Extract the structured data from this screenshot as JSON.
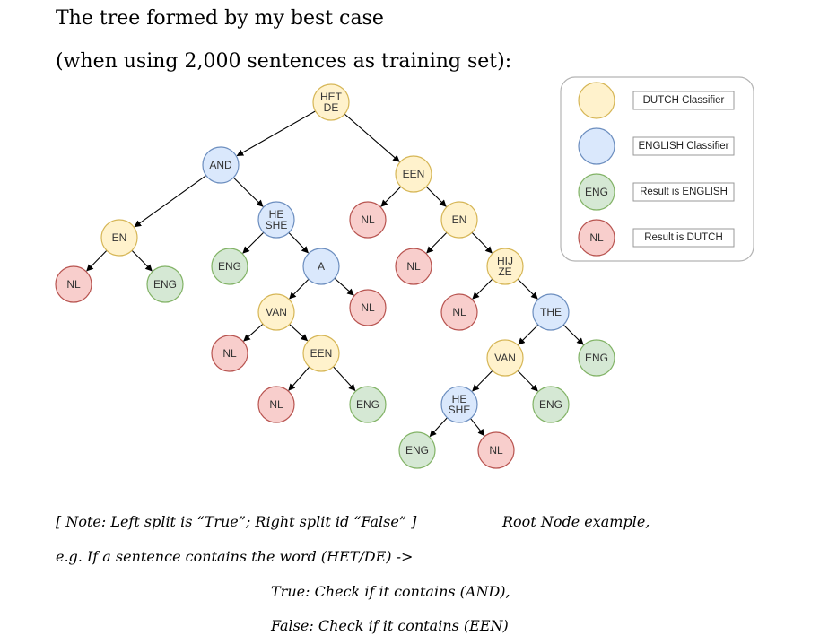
{
  "title_line1": "The tree formed by my best case",
  "title_line2": "(when using 2,000 sentences as training set):",
  "colors": {
    "dutch_fill": "#fff2cc",
    "dutch_stroke": "#d6b656",
    "english_fill": "#dae8fc",
    "english_stroke": "#6c8ebf",
    "eng_fill": "#d5e8d4",
    "eng_stroke": "#82b366",
    "nl_fill": "#f8cecc",
    "nl_stroke": "#b85450"
  },
  "nodes": [
    {
      "id": "n0",
      "lines": [
        "HET",
        "DE"
      ],
      "type": "dutch"
    },
    {
      "id": "n1",
      "lines": [
        "AND"
      ],
      "type": "english"
    },
    {
      "id": "n2",
      "lines": [
        "EEN"
      ],
      "type": "dutch"
    },
    {
      "id": "n3",
      "lines": [
        "EN"
      ],
      "type": "dutch"
    },
    {
      "id": "n4",
      "lines": [
        "HE",
        "SHE"
      ],
      "type": "english"
    },
    {
      "id": "n5",
      "lines": [
        "NL"
      ],
      "type": "nl"
    },
    {
      "id": "n6",
      "lines": [
        "EN"
      ],
      "type": "dutch"
    },
    {
      "id": "n7",
      "lines": [
        "NL"
      ],
      "type": "nl"
    },
    {
      "id": "n8",
      "lines": [
        "ENG"
      ],
      "type": "eng"
    },
    {
      "id": "n9",
      "lines": [
        "ENG"
      ],
      "type": "eng"
    },
    {
      "id": "n10",
      "lines": [
        "A"
      ],
      "type": "english"
    },
    {
      "id": "n11",
      "lines": [
        "NL"
      ],
      "type": "nl"
    },
    {
      "id": "n12",
      "lines": [
        "HIJ",
        "ZE"
      ],
      "type": "dutch"
    },
    {
      "id": "n13",
      "lines": [
        "VAN"
      ],
      "type": "dutch"
    },
    {
      "id": "n14",
      "lines": [
        "NL"
      ],
      "type": "nl"
    },
    {
      "id": "n15",
      "lines": [
        "NL"
      ],
      "type": "nl"
    },
    {
      "id": "n16",
      "lines": [
        "THE"
      ],
      "type": "english"
    },
    {
      "id": "n17",
      "lines": [
        "NL"
      ],
      "type": "nl"
    },
    {
      "id": "n18",
      "lines": [
        "EEN"
      ],
      "type": "dutch"
    },
    {
      "id": "n19",
      "lines": [
        "VAN"
      ],
      "type": "dutch"
    },
    {
      "id": "n20",
      "lines": [
        "ENG"
      ],
      "type": "eng"
    },
    {
      "id": "n21",
      "lines": [
        "NL"
      ],
      "type": "nl"
    },
    {
      "id": "n22",
      "lines": [
        "ENG"
      ],
      "type": "eng"
    },
    {
      "id": "n23",
      "lines": [
        "HE",
        "SHE"
      ],
      "type": "english"
    },
    {
      "id": "n24",
      "lines": [
        "ENG"
      ],
      "type": "eng"
    },
    {
      "id": "n25",
      "lines": [
        "ENG"
      ],
      "type": "eng"
    },
    {
      "id": "n26",
      "lines": [
        "NL"
      ],
      "type": "nl"
    }
  ],
  "edges": [
    [
      "n0",
      "n1"
    ],
    [
      "n0",
      "n2"
    ],
    [
      "n1",
      "n3"
    ],
    [
      "n1",
      "n4"
    ],
    [
      "n2",
      "n5"
    ],
    [
      "n2",
      "n6"
    ],
    [
      "n3",
      "n7"
    ],
    [
      "n3",
      "n8"
    ],
    [
      "n4",
      "n9"
    ],
    [
      "n4",
      "n10"
    ],
    [
      "n6",
      "n11"
    ],
    [
      "n6",
      "n12"
    ],
    [
      "n10",
      "n13"
    ],
    [
      "n10",
      "n14"
    ],
    [
      "n12",
      "n15"
    ],
    [
      "n12",
      "n16"
    ],
    [
      "n13",
      "n17"
    ],
    [
      "n13",
      "n18"
    ],
    [
      "n16",
      "n19"
    ],
    [
      "n16",
      "n20"
    ],
    [
      "n18",
      "n21"
    ],
    [
      "n18",
      "n22"
    ],
    [
      "n19",
      "n23"
    ],
    [
      "n19",
      "n25"
    ],
    [
      "n23",
      "n24"
    ],
    [
      "n23",
      "n26"
    ]
  ],
  "legend": [
    {
      "type": "dutch",
      "lines": [],
      "label": "DUTCH Classifier"
    },
    {
      "type": "english",
      "lines": [],
      "label": "ENGLISH Classifier"
    },
    {
      "type": "eng",
      "lines": [
        "ENG"
      ],
      "label": "Result is ENGLISH"
    },
    {
      "type": "nl",
      "lines": [
        "NL"
      ],
      "label": "Result is DUTCH"
    }
  ],
  "notes": {
    "line1": "[ Note: Left split is “True”; Right split id “False” ]",
    "root_example": "Root Node example,",
    "line2": "e.g. If a sentence contains the word (HET/DE) ->",
    "line3": "True: Check if it contains (AND),",
    "line4": "False: Check if it contains (EEN)"
  }
}
